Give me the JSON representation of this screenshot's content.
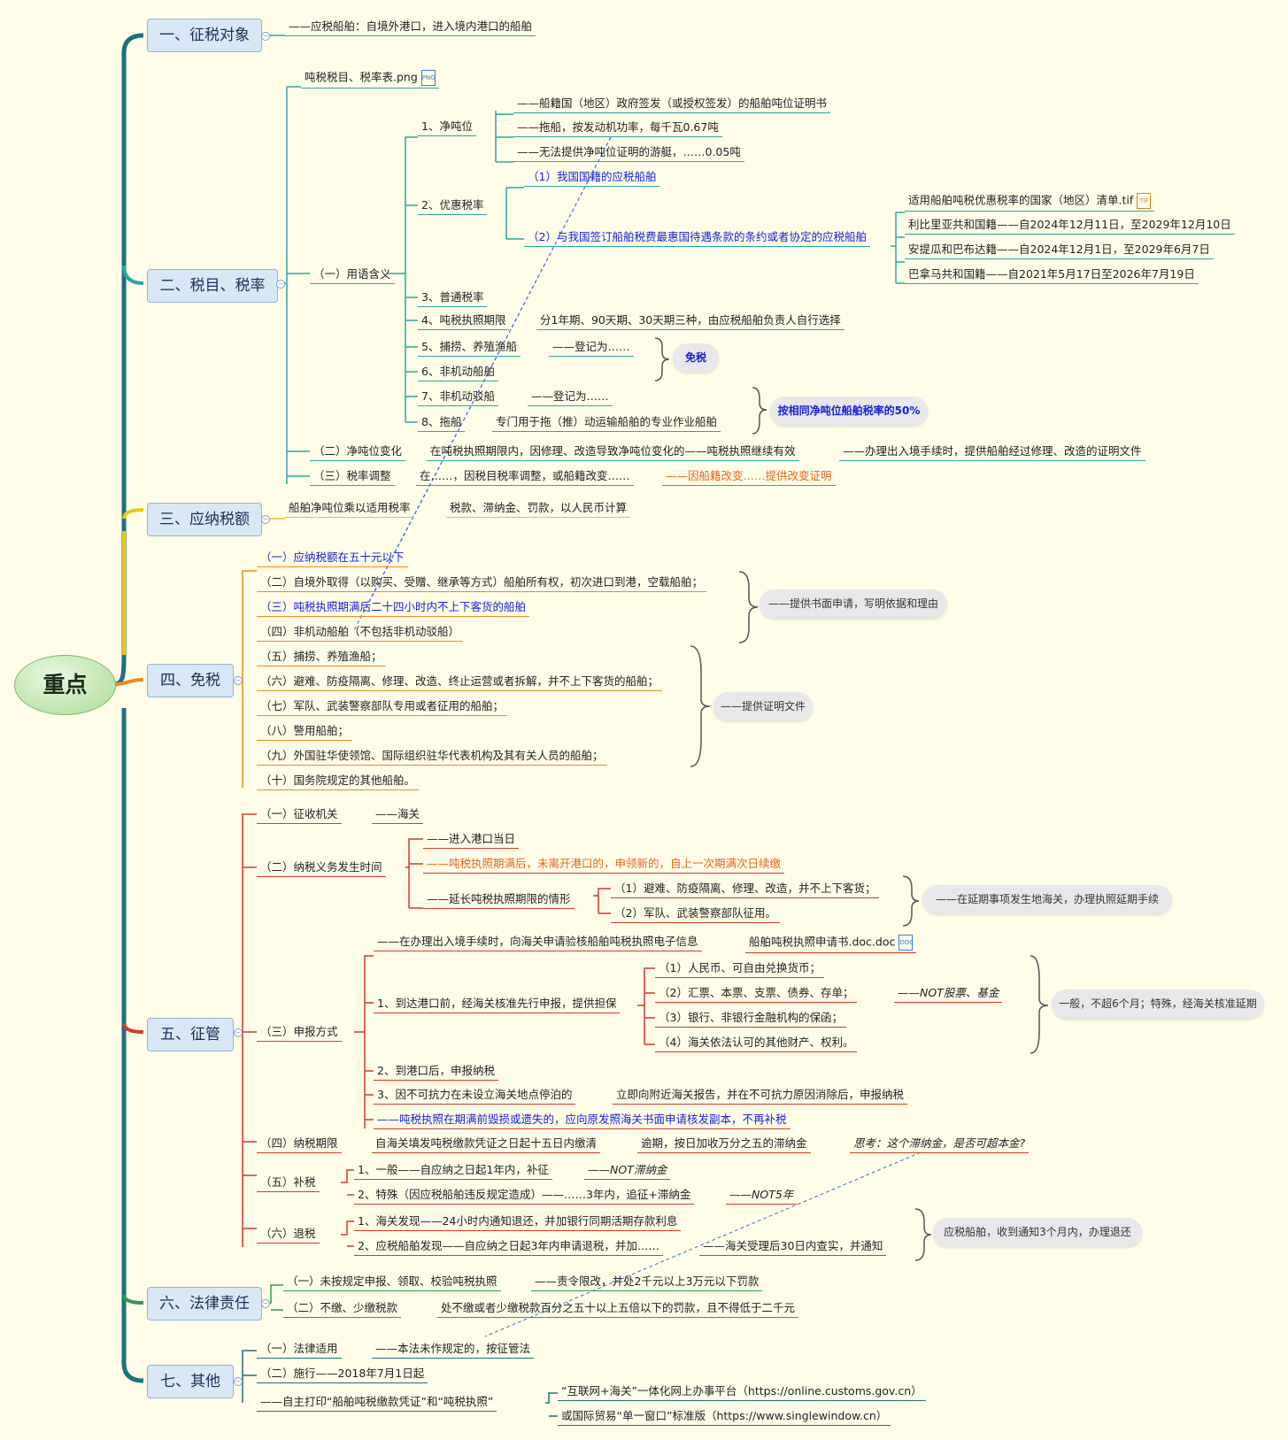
{
  "root": "重点",
  "mains": {
    "m1": "一、征税对象",
    "m2": "二、税目、税率",
    "m3": "三、应纳税额",
    "m4": "四、免税",
    "m5": "五、征管",
    "m6": "六、法律责任",
    "m7": "七、其他"
  },
  "s1": {
    "a": "——应税船舶：自境外港口，进入境内港口的船舶"
  },
  "s2": {
    "png": "吨税税目、税率表.png",
    "def": "（一）用语含义",
    "net": "1、净吨位",
    "net_a": "——船籍国（地区）政府签发（或授权签发）的船舶吨位证明书",
    "net_b": "——拖船，按发动机功率，每千瓦0.67吨",
    "net_c": "——无法提供净吨位证明的游艇，……0.05吨",
    "pref": "2、优惠税率",
    "pref_1": "（1）我国国籍的应税船舶",
    "pref_2": "（2）与我国签订船舶税费最惠国待遇条款的条约或者协定的应税船舶",
    "list_tif": "适用船舶吨税优惠税率的国家（地区）清单.tif",
    "lib": "利比里亚共和国籍——自2024年12月11日，至2029年12月10日",
    "ant": "安提瓜和巴布达籍——自2024年12月1日，至2029年6月7日",
    "pan": "巴拿马共和国籍——自2021年5月17日至2026年7月19日",
    "gen": "3、普通税率",
    "term": "4、吨税执照期限",
    "term_a": "分1年期、90天期、30天期三种，由应税船舶负责人自行选择",
    "fish": "5、捕捞、养殖渔船",
    "fish_a": "——登记为……",
    "nonmotor": "6、非机动船舶",
    "barge": "7、非机动驳船",
    "barge_a": "——登记为……",
    "tug": "8、拖船",
    "tug_a": "专门用于拖（推）动运输船舶的专业作业船舶",
    "exempt": "免税",
    "half": "按相同净吨位船舶税率的50%",
    "chg": "（二）净吨位变化",
    "chg_a": "在吨税执照期限内，因修理、改造导致净吨位变化的——吨税执照继续有效",
    "chg_b": "——办理出入境手续时，提供船舶经过修理、改造的证明文件",
    "adj": "（三）税率调整",
    "adj_a": "在……，因税目税率调整，或船籍改变……",
    "adj_b": "——因船籍改变……提供改变证明"
  },
  "s3": {
    "a": "船舶净吨位乘以适用税率",
    "b": "税款、滞纳金、罚款，以人民币计算"
  },
  "s4": {
    "i1": "（一）应纳税额在五十元以下",
    "i2": "（二）自境外取得（以购买、受赠、继承等方式）船舶所有权，初次进口到港，空载船舶；",
    "i3": "（三）吨税执照期满后二十四小时内不上下客货的船舶",
    "i4": "（四）非机动船舶（不包括非机动驳船）",
    "i5": "（五）捕捞、养殖渔船；",
    "i6": "（六）避难、防疫隔离、修理、改造、终止运营或者拆解，并不上下客货的船舶；",
    "i7": "（七）军队、武装警察部队专用或者征用的船舶；",
    "i8": "（八）警用船舶；",
    "i9": "（九）外国驻华使领馆、国际组织驻华代表机构及其有关人员的船舶；",
    "i10": "（十）国务院规定的其他船舶。",
    "b1": "——提供书面申请，写明依据和理由",
    "b2": "——提供证明文件"
  },
  "s5": {
    "org": "（一）征收机关",
    "org_a": "——海关",
    "time": "（二）纳税义务发生时间",
    "time_a": "——进入港口当日",
    "time_b": "——吨税执照期满后，未离开港口的，申领新的，自上一次期满次日续缴",
    "time_c": "——延长吨税执照期限的情形",
    "time_c1": "（1）避难、防疫隔离、修理、改造，并不上下客货；",
    "time_c2": "（2）军队、武装警察部队征用。",
    "time_bubble": "——在延期事项发生地海关，办理执照延期手续",
    "decl": "（三）申报方式",
    "decl_top": "——在办理出入境手续时，向海关申请验核船舶吨税执照电子信息",
    "decl_doc": "船舶吨税执照申请书.doc.doc",
    "d1": "1、到达港口前，经海关核准先行申报，提供担保",
    "d1a": "（1）人民币、可自由兑换货币；",
    "d1b": "（2）汇票、本票、支票、债券、存单；",
    "d1b_x": "——NOT股票、基金",
    "d1c": "（3）银行、非银行金融机构的保函；",
    "d1d": "（4）海关依法认可的其他财产、权利。",
    "d1_bubble": "一般，不超6个月；特殊，经海关核准延期",
    "d2": "2、到港口后，申报纳税",
    "d3": "3、因不可抗力在未设立海关地点停泊的",
    "d3a": "立即向附近海关报告，并在不可抗力原因消除后，申报纳税",
    "d4": "——吨税执照在期满前毁损或遗失的，应向原发照海关书面申请核发副本，不再补税",
    "period": "（四）纳税期限",
    "period_a": "自海关填发吨税缴款凭证之日起十五日内缴清",
    "period_b": "逾期，按日加收万分之五的滞纳金",
    "period_c": "思考：这个滞纳金，是否可超本金?",
    "supp": "（五）补税",
    "supp1": "1、一般——自应纳之日起1年内，补征",
    "supp1_x": "——NOT滞纳金",
    "supp2": "2、特殊（因应税船舶违反规定造成）——……3年内，追征+滞纳金",
    "supp2_x": "——NOT5年",
    "ref": "（六）退税",
    "ref1": "1、海关发现——24小时内通知退还，并加银行同期活期存款利息",
    "ref2": "2、应税船舶发现——自应纳之日起3年内申请退税，并加……",
    "ref2_a": "——海关受理后30日内查实，并通知",
    "ref_bubble": "应税船舶，收到通知3个月内，办理退还"
  },
  "s6": {
    "a": "（一）未按规定申报、领取、校验吨税执照",
    "a1": "——责令限改，并处2千元以上3万元以下罚款",
    "b": "（二）不缴、少缴税款",
    "b1": "处不缴或者少缴税款百分之五十以上五倍以下的罚款，且不得低于二千元"
  },
  "s7": {
    "a": "（一）法律适用",
    "a1": "——本法未作规定的，按征管法",
    "b": "（二）施行——2018年7月1日起",
    "c": "——自主打印“船舶吨税缴款凭证”和“吨税执照”",
    "c1": "“互联网+海关”一体化网上办事平台（https://online.customs.gov.cn）",
    "c2": "或国际贸易“单一窗口”标准版（https://www.singlewindow.cn）"
  },
  "colors": {
    "teal": "#2aa6a6",
    "yellow": "#e6c619",
    "orange": "#f08a1c",
    "red": "#d43a2a",
    "green": "#2e9a57",
    "navy": "#1e6f7e"
  }
}
